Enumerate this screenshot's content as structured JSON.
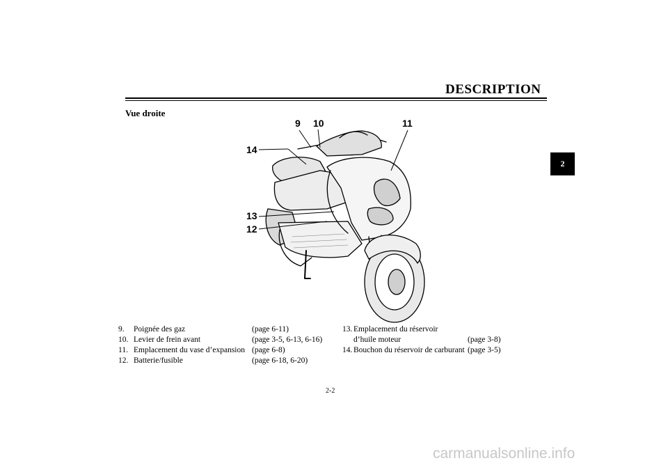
{
  "header": {
    "title": "DESCRIPTION",
    "chapter": "2"
  },
  "section": {
    "title": "Vue droite"
  },
  "callouts": [
    "9",
    "10",
    "11",
    "14",
    "13",
    "12"
  ],
  "legend": {
    "left": [
      {
        "num": " 9.",
        "label": "Poignée des gaz",
        "page": "(page 6-11)"
      },
      {
        "num": "10.",
        "label": "Levier de frein avant",
        "page": "(page 3-5, 6-13, 6-16)"
      },
      {
        "num": "11.",
        "label": "Emplacement du vase d’expansion",
        "page": "(page 6-8)"
      },
      {
        "num": "12.",
        "label": "Batterie/fusible",
        "page": "(page 6-18, 6-20)"
      }
    ],
    "right": [
      {
        "num": "13.",
        "label": "Emplacement du réservoir",
        "page": ""
      },
      {
        "num": "",
        "label": "d’huile moteur",
        "page": "(page 3-8)"
      },
      {
        "num": "14.",
        "label": "Bouchon du réservoir de carburant",
        "page": "(page 3-5)"
      }
    ]
  },
  "footer": {
    "page_number": "2-2",
    "watermark": "carmanualsonline.info"
  }
}
